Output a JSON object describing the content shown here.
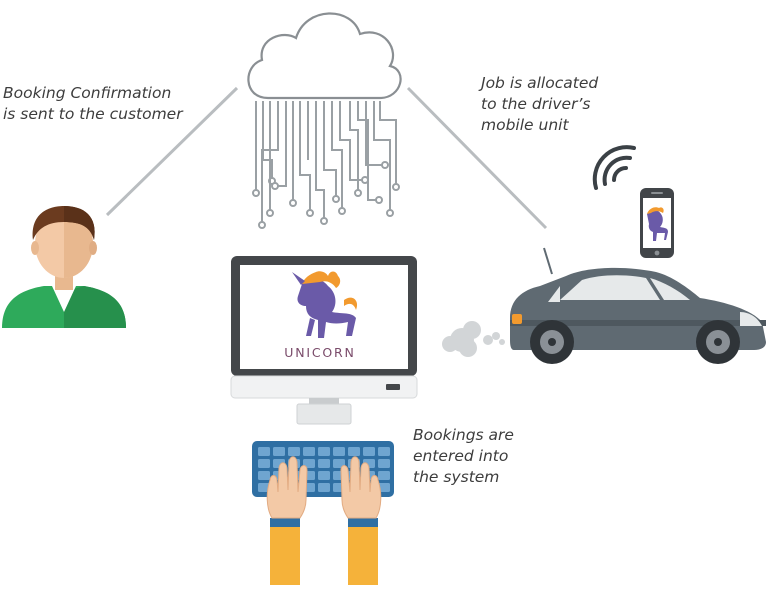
{
  "captions": {
    "booking_confirmation": [
      "Booking Confirmation",
      "is sent to the customer"
    ],
    "job_allocated": [
      "Job is allocated",
      "to the driver’s",
      "mobile unit"
    ],
    "bookings_entered": [
      "Bookings are",
      "entered into",
      "the system"
    ]
  },
  "logo": {
    "text": "UNICORN"
  },
  "colors": {
    "text": "#3d3d3d",
    "cloud_outline": "#8a8f93",
    "circuit_lines": "#9aa0a4",
    "connector_lines": "#b9bdc0",
    "monitor_frame": "#44474a",
    "screen": "#ffffff",
    "keyboard": "#2f6fa3",
    "keyboard_keys": "#6fa5d0",
    "sleeves": "#f5b23a",
    "skin": "#f3c9a6",
    "shirt": "#2eaa5b",
    "hair": "#6b3b1f",
    "car_body": "#5f6a72",
    "car_window": "#e6e9ea",
    "phone": "#414549",
    "logo_purple": "#6a5aa8",
    "logo_orange": "#f29a2e",
    "logo_text": "#7a4b6a"
  },
  "icons": [
    "cloud-icon",
    "circuit-icon",
    "customer-icon",
    "monitor-icon",
    "unicorn-logo",
    "keyboard-icon",
    "hands-icon",
    "car-icon",
    "smartphone-icon",
    "wifi-signal-icon",
    "exhaust-smoke-icon"
  ]
}
